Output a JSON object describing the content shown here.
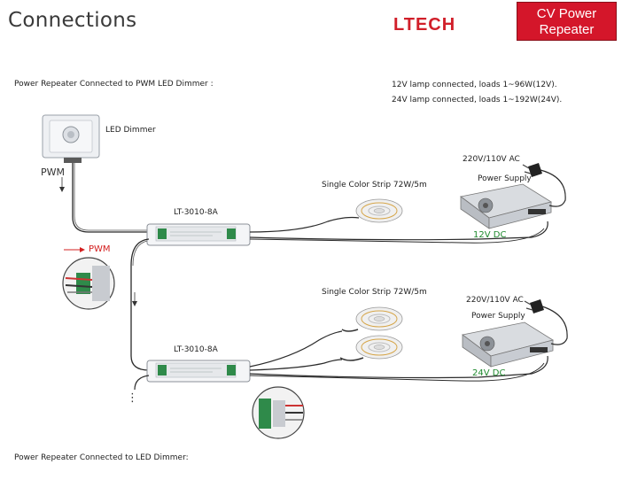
{
  "header": {
    "title": "Connections",
    "logo": "LTECH",
    "badge_line1": "CV Power",
    "badge_line2": "Repeater"
  },
  "section1": {
    "heading": "Power Repeater Connected to PWM LED Dimmer :",
    "note_12v": "12V lamp connected, loads 1~96W(12V).",
    "note_24v": "24V lamp connected, loads 1~192W(24V).",
    "dimmer_label": "LED Dimmer",
    "pwm_label": "PWM",
    "pwm_red_label": "PWM",
    "repeater_label": "LT-3010-8A",
    "strip_label": "Single Color Strip  72W/5m",
    "ac_label": "220V/110V AC",
    "psu_label": "Power Supply",
    "dc_label": "12V DC"
  },
  "section2": {
    "repeater_label": "LT-3010-8A",
    "strip_label": "Single Color Strip  72W/5m",
    "ac_label": "220V/110V AC",
    "psu_label": "Power Supply",
    "dc_label": "24V DC",
    "ellipsis": "⋮"
  },
  "footer": {
    "heading": "Power Repeater Connected to LED Dimmer:"
  },
  "colors": {
    "brand_red": "#d11f2a",
    "dc_green": "#1f8a2e",
    "pwm_red": "#d42020",
    "wire": "#2a2a2a"
  }
}
